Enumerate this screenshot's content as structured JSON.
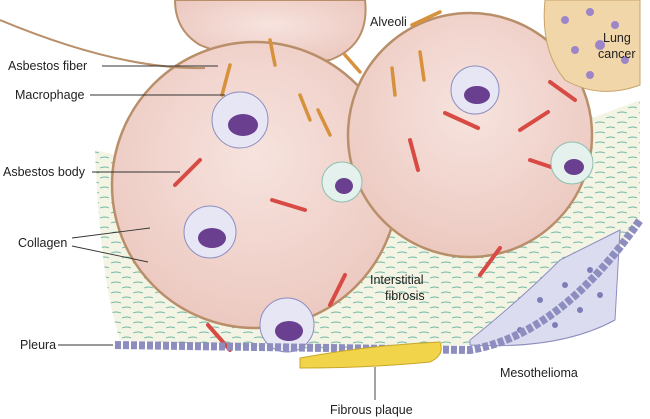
{
  "labels": {
    "alveoli": "Alveoli",
    "lung_cancer_line1": "Lung",
    "lung_cancer_line2": "cancer",
    "asbestos_fiber": "Asbestos fiber",
    "macrophage": "Macrophage",
    "asbestos_body": "Asbestos body",
    "collagen": "Collagen",
    "interstitial_line1": "Interstitial",
    "interstitial_line2": "fibrosis",
    "pleura": "Pleura",
    "mesothelioma": "Mesothelioma",
    "fibrous_plaque": "Fibrous plaque"
  },
  "colors": {
    "alveolus": "#f2d9d3",
    "alveolus_edge": "#b98f6a",
    "tissue": "#f3f3e3",
    "collagen": "#6fb8a4",
    "macrophage": "#e4e4f4",
    "nucleus": "#6a3f8f",
    "fiber": "#d7913a",
    "asbestos_body": "#d84a44",
    "plaque": "#f1d44a",
    "cancer": "#f0d6a8",
    "mesothelioma": "#dcdcf0"
  }
}
